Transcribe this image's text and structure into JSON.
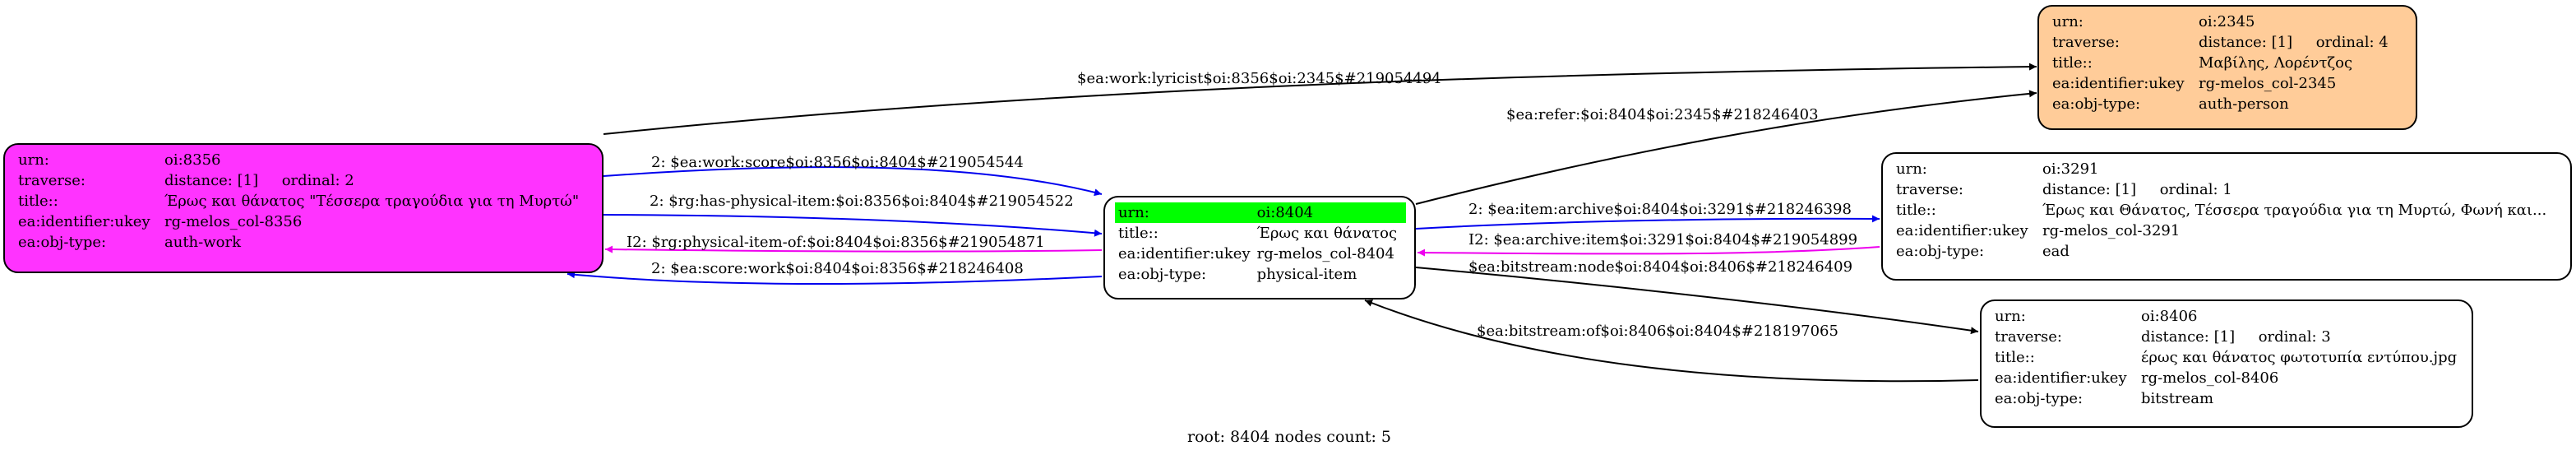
{
  "colors": {
    "work_fill": "#ff33ff",
    "person_fill": "#ffcc99",
    "default_fill": "#ffffff",
    "highlight": "#00ff00",
    "edge_black": "#000000",
    "edge_blue": "#0000ee",
    "edge_magenta": "#ee00ee"
  },
  "nodes": {
    "n8356": {
      "rows": [
        {
          "k": "urn:",
          "v": "oi:8356"
        },
        {
          "k": "traverse:",
          "v": "distance: [1]     ordinal: 2"
        },
        {
          "k": "title::",
          "v": "Έρως και θάνατος \"Τέσσερα τραγούδια για τη Μυρτώ\""
        },
        {
          "k": "ea:identifier:ukey",
          "v": "rg-melos_col-8356"
        },
        {
          "k": "ea:obj-type:",
          "v": "auth-work"
        }
      ]
    },
    "n8404": {
      "rows": [
        {
          "k": "urn:",
          "v": "oi:8404"
        },
        {
          "k": "title::",
          "v": "Έρως και θάνατος"
        },
        {
          "k": "ea:identifier:ukey",
          "v": "rg-melos_col-8404"
        },
        {
          "k": "ea:obj-type:",
          "v": "physical-item"
        }
      ]
    },
    "n2345": {
      "rows": [
        {
          "k": "urn:",
          "v": "oi:2345"
        },
        {
          "k": "traverse:",
          "v": "distance: [1]     ordinal: 4"
        },
        {
          "k": "title::",
          "v": "Μαβίλης, Λορέντζος"
        },
        {
          "k": "ea:identifier:ukey",
          "v": "rg-melos_col-2345"
        },
        {
          "k": "ea:obj-type:",
          "v": "auth-person"
        }
      ]
    },
    "n3291": {
      "rows": [
        {
          "k": "urn:",
          "v": "oi:3291"
        },
        {
          "k": "traverse:",
          "v": "distance: [1]     ordinal: 1"
        },
        {
          "k": "title::",
          "v": "Έρως και Θάνατος, Τέσσερα τραγούδια για τη Μυρτώ, Φωνή και..."
        },
        {
          "k": "ea:identifier:ukey",
          "v": "rg-melos_col-3291"
        },
        {
          "k": "ea:obj-type:",
          "v": "ead"
        }
      ]
    },
    "n8406": {
      "rows": [
        {
          "k": "urn:",
          "v": "oi:8406"
        },
        {
          "k": "traverse:",
          "v": "distance: [1]     ordinal: 3"
        },
        {
          "k": "title::",
          "v": "έρως και θάνατος φωτοτυπία εντύπου.jpg"
        },
        {
          "k": "ea:identifier:ukey",
          "v": "rg-melos_col-8406"
        },
        {
          "k": "ea:obj-type:",
          "v": "bitstream"
        }
      ]
    }
  },
  "edges": {
    "lyricist": "$ea:work:lyricist$oi:8356$oi:2345$#219054494",
    "refer": "$ea:refer:$oi:8404$oi:2345$#218246403",
    "work_score": "2: $ea:work:score$oi:8356$oi:8404$#219054544",
    "has_physical": "2: $rg:has-physical-item:$oi:8356$oi:8404$#219054522",
    "physical_of": "I2: $rg:physical-item-of:$oi:8404$oi:8356$#219054871",
    "score_work": "2: $ea:score:work$oi:8404$oi:8356$#218246408",
    "item_archive": "2: $ea:item:archive$oi:8404$oi:3291$#218246398",
    "archive_item": "I2: $ea:archive:item$oi:3291$oi:8404$#219054899",
    "bitstream_node": "$ea:bitstream:node$oi:8404$oi:8406$#218246409",
    "bitstream_of": "$ea:bitstream:of$oi:8406$oi:8404$#218197065"
  },
  "footer": "root: 8404 nodes count: 5"
}
